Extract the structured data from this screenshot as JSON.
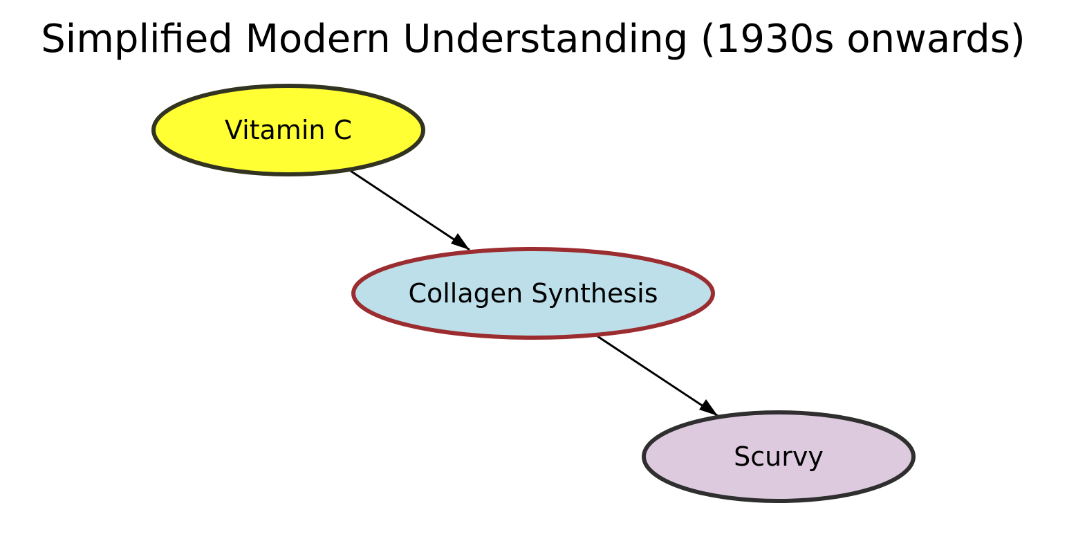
{
  "diagram": {
    "title": "Simplified Modern Understanding (1930s onwards)",
    "nodes": {
      "vitamin_c": {
        "label": "Vitamin C",
        "fill": "#ffff33",
        "stroke": "#333322"
      },
      "collagen": {
        "label": "Collagen Synthesis",
        "fill": "#bcdfea",
        "stroke": "#9b2d30"
      },
      "scurvy": {
        "label": "Scurvy",
        "fill": "#ddcadf",
        "stroke": "#2f2f2f"
      }
    },
    "edges": [
      {
        "from": "Vitamin C",
        "to": "Collagen Synthesis"
      },
      {
        "from": "Collagen Synthesis",
        "to": "Scurvy"
      }
    ],
    "edge_color": "#000000"
  }
}
